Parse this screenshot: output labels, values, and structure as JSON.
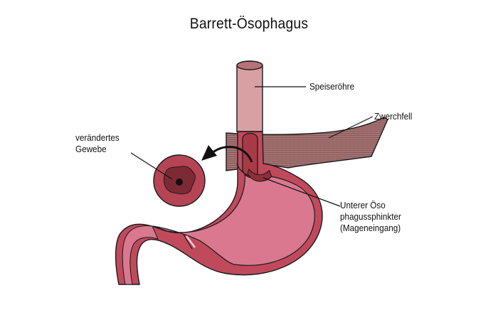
{
  "title": "Barrett-Ösophagus",
  "labels": {
    "speiseroehre": "Speiseröhre",
    "zwerchfell": "Zwerchfell",
    "veraendertes_gewebe": "verändertes Gewebe",
    "unterer_sphinkter": "Unterer Öso-phagussphinkter (Mageneingang)"
  },
  "colors": {
    "esophagus": "#d9a0a3",
    "esophagus_inner": "#a83a47",
    "diaphragm": "#a07070",
    "stomach_outer": "#c04a5c",
    "stomach_inner": "#d9788f",
    "outline": "#1a1a1a"
  }
}
